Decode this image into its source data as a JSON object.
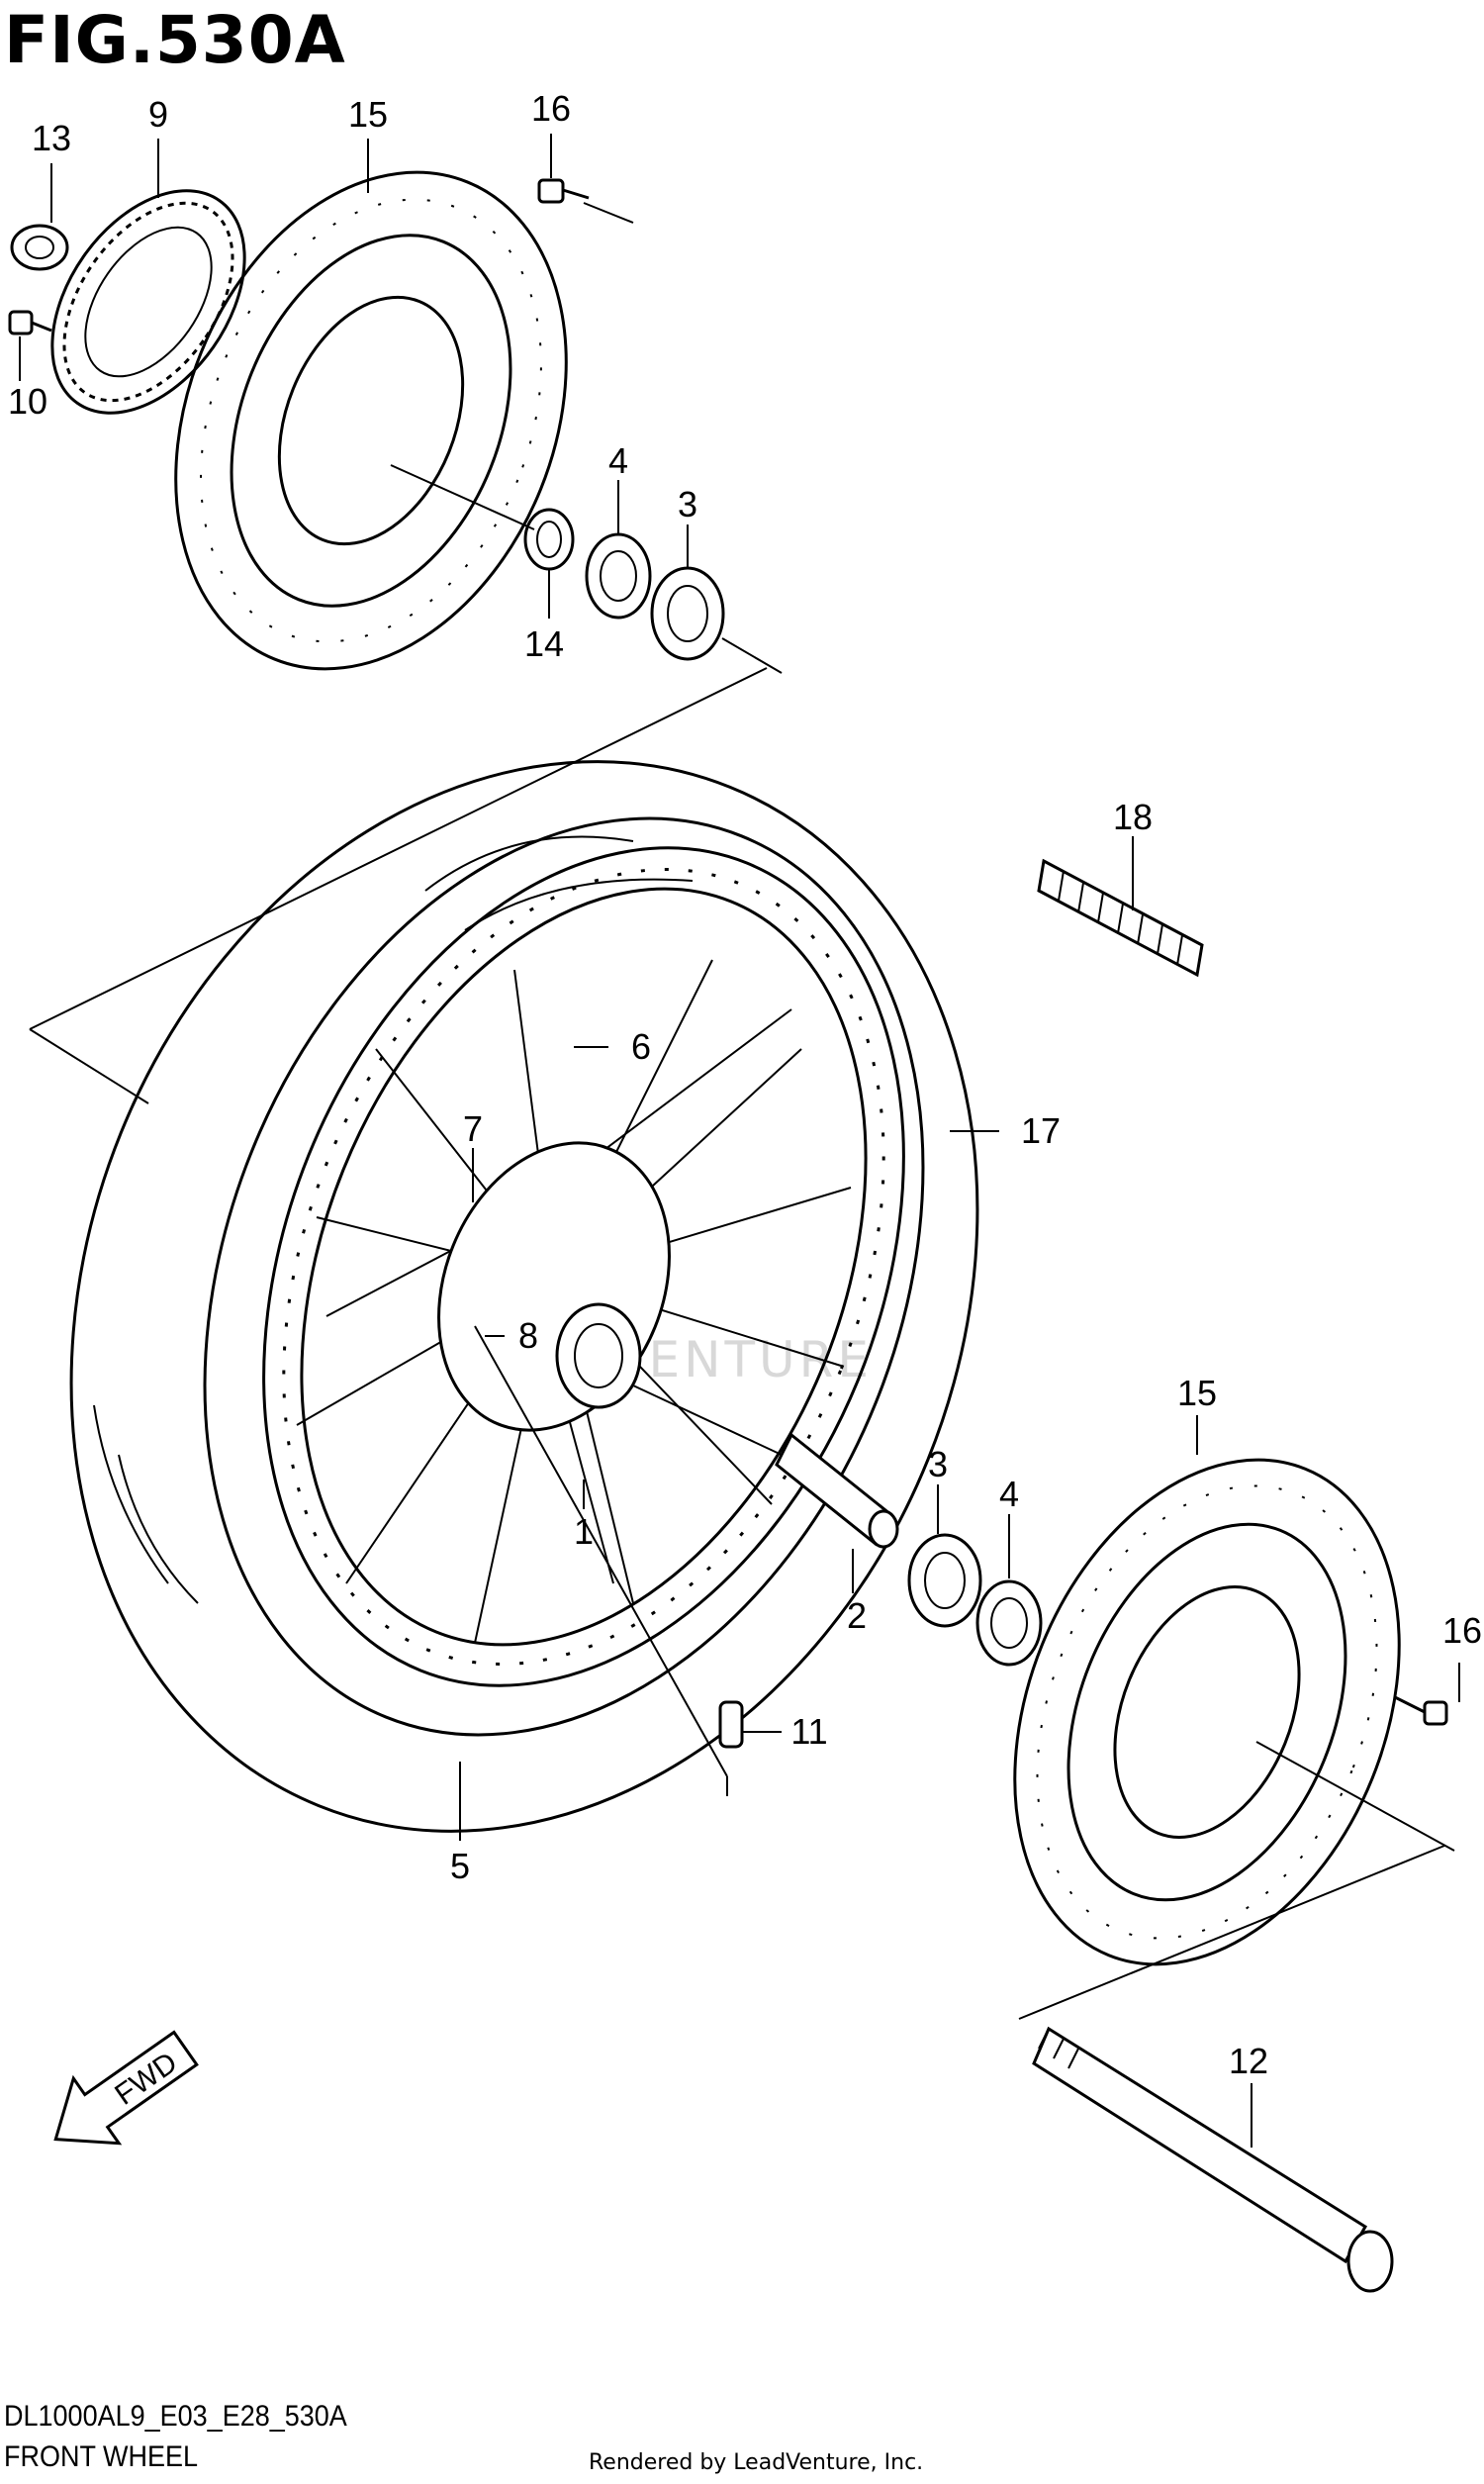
{
  "header": {
    "title": "FIG.530A"
  },
  "footer": {
    "model_code": "DL1000AL9_E03_E28_530A",
    "subtitle": "FRONT WHEEL",
    "credit": "Rendered by LeadVenture, Inc."
  },
  "watermark": "LEADVENTURE",
  "direction_arrow": "FWD",
  "callouts": [
    "13",
    "9",
    "15",
    "16",
    "10",
    "4",
    "3",
    "14",
    "18",
    "6",
    "17",
    "7",
    "8",
    "1",
    "15",
    "3",
    "4",
    "2",
    "16",
    "11",
    "5",
    "12"
  ]
}
